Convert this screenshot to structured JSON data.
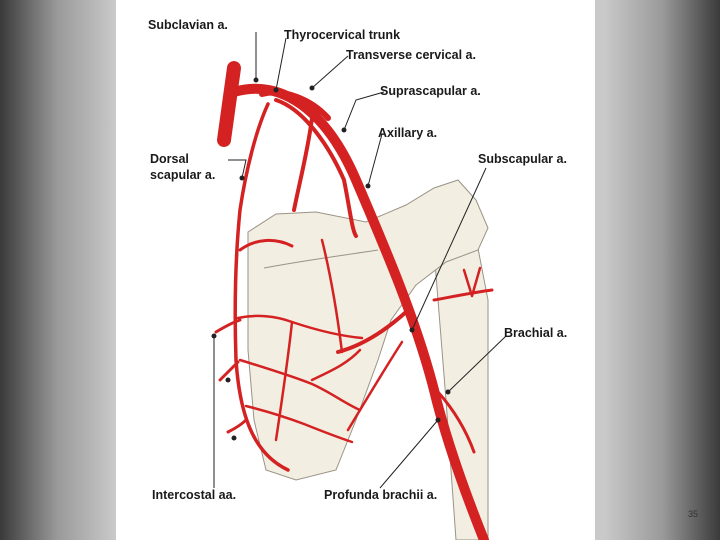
{
  "labels": {
    "subclavian": "Subclavian a.",
    "thyrocervical": "Thyrocervical trunk",
    "transverse_cervical": "Transverse cervical a.",
    "suprascapular": "Suprascapular a.",
    "axillary": "Axillary a.",
    "dorsal_1": "Dorsal",
    "dorsal_2": "scapular a.",
    "subscapular": "Subscapular a.",
    "brachial": "Brachial a.",
    "intercostal": "Intercostal aa.",
    "profunda": "Profunda brachii a."
  },
  "page_number": "35",
  "colors": {
    "artery": "#d42222",
    "bone": "#f3eee2",
    "bone_outline": "#9a9386"
  }
}
